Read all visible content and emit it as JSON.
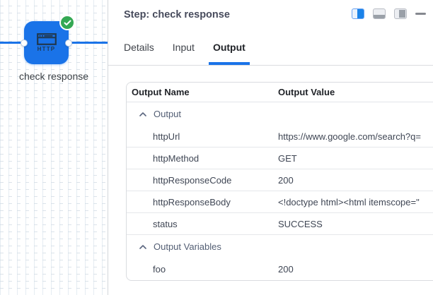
{
  "canvas": {
    "node": {
      "label": "check response",
      "icon_label": "HTTP",
      "status": "success"
    },
    "colors": {
      "node_blue": "#1a73e8",
      "badge_green": "#34a853",
      "edge_blue": "#1a73e8"
    }
  },
  "panel": {
    "header": {
      "title": "Step: check response"
    },
    "controls": {
      "layout_split": "split-view-layout",
      "layout_bottom": "bottom-panel-layout",
      "layout_right": "right-panel-layout",
      "minimize": "minimize-panel"
    },
    "tabs": [
      {
        "label": "Details",
        "active": false
      },
      {
        "label": "Input",
        "active": false
      },
      {
        "label": "Output",
        "active": true
      }
    ],
    "table": {
      "columns": {
        "name": "Output Name",
        "value": "Output Value"
      },
      "groups": [
        {
          "label": "Output",
          "rows": [
            {
              "name": "httpUrl",
              "value": "https://www.google.com/search?q="
            },
            {
              "name": "httpMethod",
              "value": "GET"
            },
            {
              "name": "httpResponseCode",
              "value": "200"
            },
            {
              "name": "httpResponseBody",
              "value": "<!doctype html><html itemscope=\""
            },
            {
              "name": "status",
              "value": "SUCCESS"
            }
          ]
        },
        {
          "label": "Output Variables",
          "rows": [
            {
              "name": "foo",
              "value": "200"
            }
          ]
        }
      ]
    }
  }
}
